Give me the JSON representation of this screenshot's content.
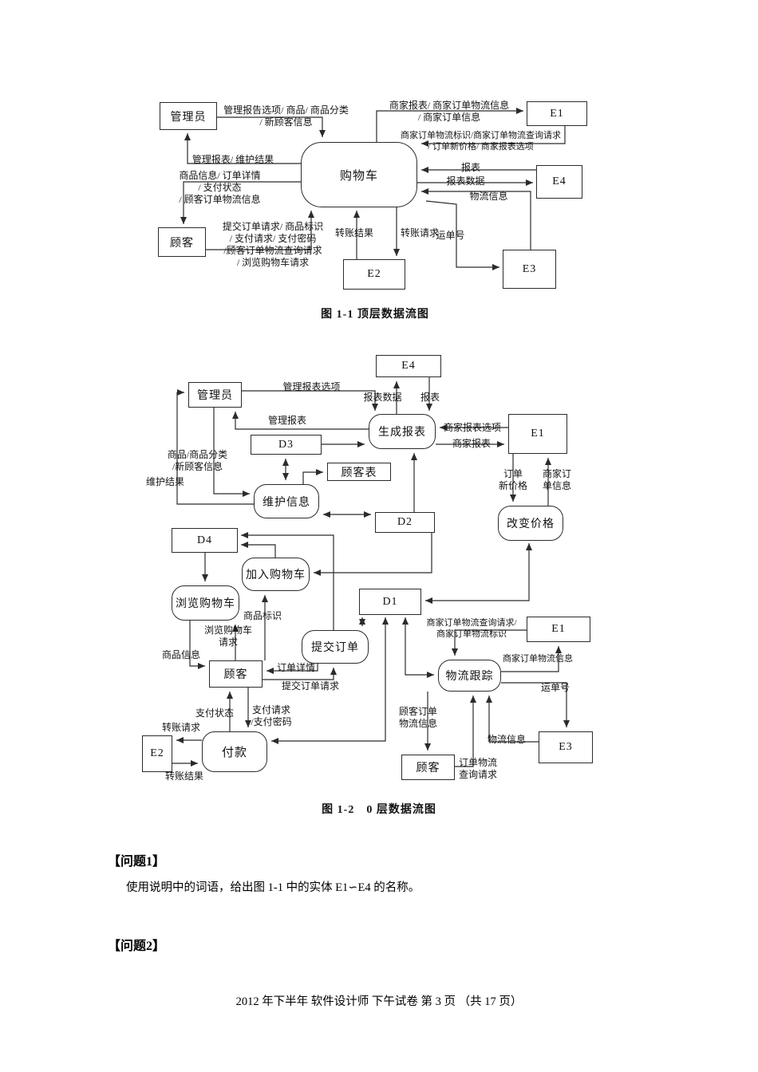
{
  "diagram1": {
    "caption": "图 1-1 顶层数据流图",
    "nodes": {
      "admin": "管理员",
      "customer": "顾客",
      "cart": "购物车",
      "e1": "E1",
      "e2": "E2",
      "e3": "E3",
      "e4": "E4"
    },
    "flows": {
      "admin_to_cart": "管理报告选项/ 商品/ 商品分类\n/ 新顾客信息",
      "cart_to_admin": "管理报表/ 维护结果",
      "cart_to_customer": "商品信息/ 订单详情\n/ 支付状态\n/ 顾客订单物流信息",
      "customer_to_cart": "提交订单请求/ 商品标识\n/ 支付请求/ 支付密码\n/顾客订单物流查询请求\n/ 浏览购物车请求",
      "cart_to_e1": "商家报表/ 商家订单物流信息\n/ 商家订单信息",
      "e1_to_cart": "商家订单物流标识/商家订单物流查询请求\n/ 订单新价格/ 商家报表选项",
      "e4_to_cart": "报表",
      "cart_to_e4": "报表数据",
      "e3_to_cart": "物流信息",
      "cart_to_e3": "运单号",
      "e2_to_cart": "转账结果",
      "cart_to_e2": "转账请求"
    }
  },
  "diagram2": {
    "caption": "图 1-2　0 层数据流图",
    "nodes": {
      "e4_top": "E4",
      "admin": "管理员",
      "gen_report": "生成报表",
      "d3": "D3",
      "customer_table": "顾客表",
      "maintain_info": "维护信息",
      "e1_right": "E1",
      "change_price": "改变价格",
      "d2": "D2",
      "d4": "D4",
      "add_to_cart": "加入购物车",
      "d1": "D1",
      "browse_cart": "浏览购物车",
      "submit_order": "提交订单",
      "customer_mid": "顾客",
      "e1_lower": "E1",
      "logistics_tracking": "物流跟踪",
      "e2_left": "E2",
      "payment": "付款",
      "e3_lower": "E3",
      "customer_bottom": "顾客"
    },
    "flows": {
      "report_options": "管理报表选项",
      "report_data": "报表数据",
      "report": "报表",
      "mgmt_report": "管理报表",
      "goods_category": "商品/商品分类\n/新顾客信息",
      "maintain_result": "维护结果",
      "merchant_report_options": "商家报表选项",
      "merchant_report": "商家报表",
      "order_new_price": "订单\n新价格",
      "merchant_order_info": "商家订\n单信息",
      "goods_id": "商品标识",
      "browse_request": "浏览购物车\n请求",
      "goods_info": "商品信息",
      "order_detail": "订单详情",
      "submit_request": "提交订单请求",
      "pay_status": "支付状态",
      "pay_request": "支付请求\n/支付密码",
      "transfer_request": "转账请求",
      "transfer_result": "转账结果",
      "merchant_logistics_query": "商家订单物流查询请求/\n商家订单物流标识",
      "merchant_logistics_info": "商家订单物流信息",
      "waybill_no": "运单号",
      "cust_order_logistics": "顾客订单\n物流信息",
      "logistics_info": "物流信息",
      "order_logistics_query": "订单物流\n查询请求"
    }
  },
  "questions": {
    "q1_heading": "【问题1】",
    "q1_body": "使用说明中的词语，给出图 1-1 中的实体 E1∽E4 的名称。",
    "q2_heading": "【问题2】"
  },
  "footer": "2012 年下半年  软件设计师  下午试卷  第 3 页  （共 17 页）"
}
